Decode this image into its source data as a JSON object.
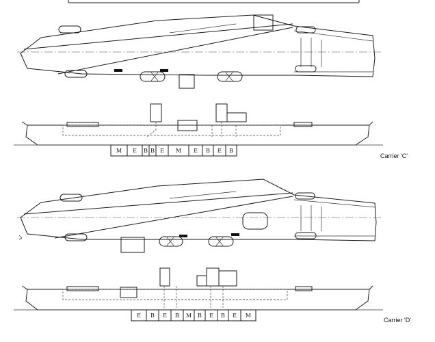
{
  "captions": {
    "carrier_c": "Carrier 'C'",
    "carrier_d": "Carrier 'D'"
  },
  "machinery": {
    "carrier_c": [
      "M",
      "E",
      "B",
      "B",
      "E",
      "M",
      "E",
      "B",
      "E",
      "B"
    ],
    "carrier_d": [
      "E",
      "B",
      "E",
      "B",
      "M",
      "B",
      "E",
      "B",
      "E",
      "M"
    ]
  }
}
